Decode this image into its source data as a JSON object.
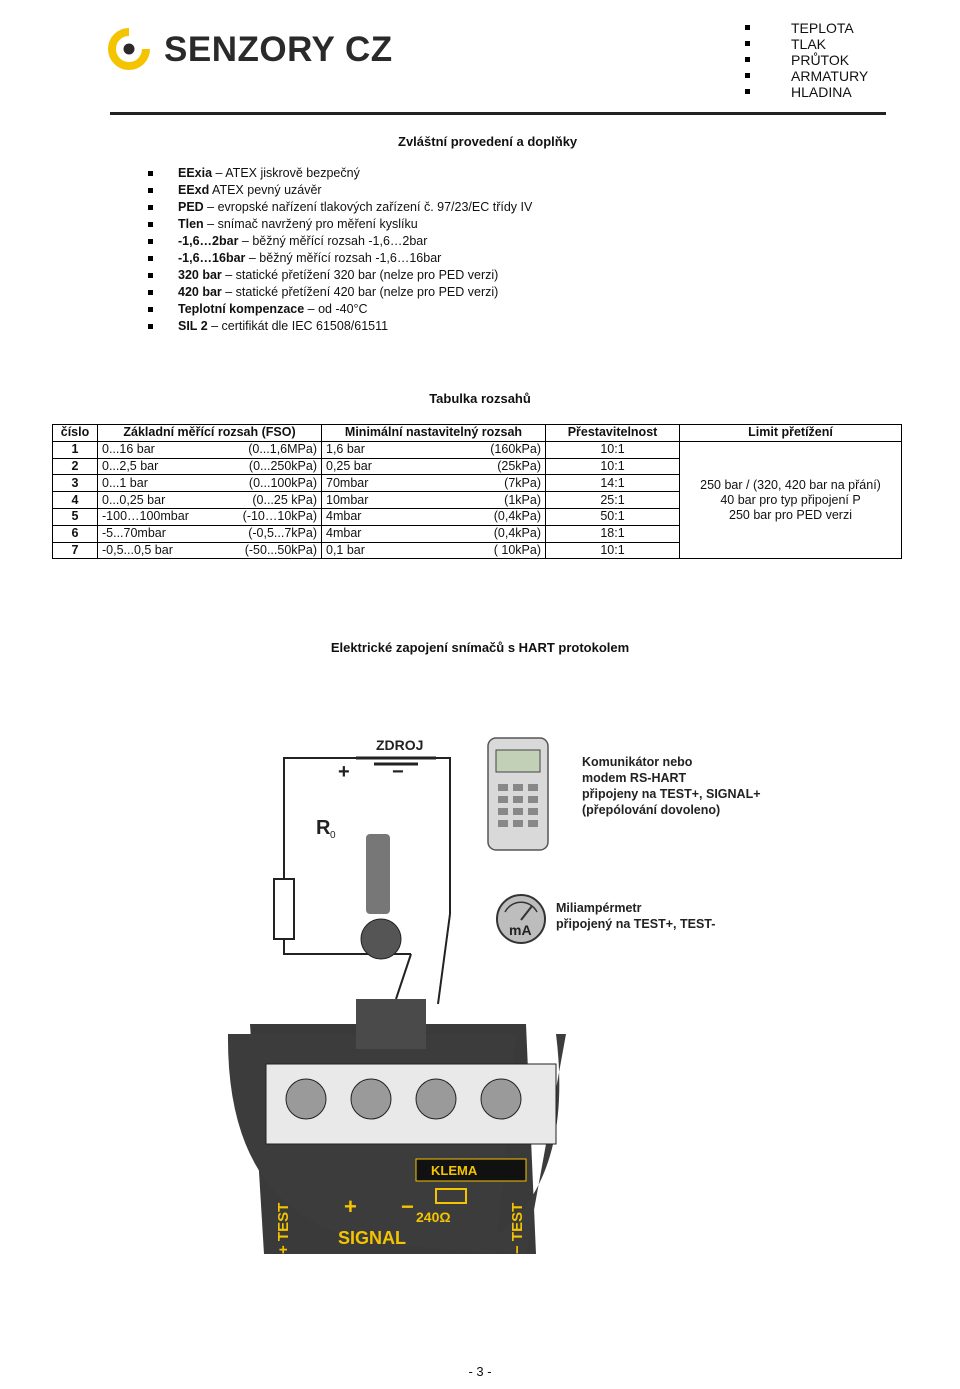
{
  "brand": {
    "name": "SENZORY CZ",
    "accent": "#f5c400",
    "dark": "#2a2a2a"
  },
  "nav": {
    "items": [
      "TEPLOTA",
      "TLAK",
      "PRŮTOK",
      "ARMATURY",
      "HLADINA"
    ]
  },
  "section_title": "Zvláštní provedení a doplňky",
  "features": [
    {
      "bold": "EExia",
      "rest": " – ATEX jiskrově bezpečný"
    },
    {
      "bold": "EExd",
      "rest": "   ATEX pevný uzávěr"
    },
    {
      "bold": "PED",
      "rest": " – evropské nařízení tlakových zařízení č. 97/23/EC třídy IV"
    },
    {
      "bold": "Tlen",
      "rest": " – snímač navržený pro měření kyslíku"
    },
    {
      "bold": "-1,6…2bar",
      "rest": " – běžný měřící rozsah -1,6…2bar"
    },
    {
      "bold": "-1,6…16bar",
      "rest": " – běžný měřící rozsah -1,6…16bar"
    },
    {
      "bold": "320 bar",
      "rest": " – statické přetížení 320 bar (nelze pro PED verzi)"
    },
    {
      "bold": "420 bar",
      "rest": " – statické přetížení 420 bar (nelze pro PED verzi)"
    },
    {
      "bold": "Teplotní kompenzace",
      "rest": " – od -40°C"
    },
    {
      "bold": "SIL 2",
      "rest": " – certifikát dle IEC 61508/61511"
    }
  ],
  "table": {
    "title": "Tabulka rozsahů",
    "headers": [
      "číslo",
      "Základní měřící rozsah (FSO)",
      "Minimální nastavitelný rozsah",
      "Přestavitelnost",
      "Limit přetížení"
    ],
    "rows": [
      {
        "num": "1",
        "fso": "0...16 bar",
        "fso_alt": "(0...1,6MPa)",
        "min": "1,6 bar",
        "min_alt": "(160kPa)",
        "ratio": "10:1"
      },
      {
        "num": "2",
        "fso": "0...2,5 bar",
        "fso_alt": "(0...250kPa)",
        "min": "0,25 bar",
        "min_alt": "(25kPa)",
        "ratio": "10:1"
      },
      {
        "num": "3",
        "fso": "0...1 bar",
        "fso_alt": "(0...100kPa)",
        "min": "70mbar",
        "min_alt": "(7kPa)",
        "ratio": "14:1"
      },
      {
        "num": "4",
        "fso": "0...0,25 bar",
        "fso_alt": "(0...25 kPa)",
        "min": "10mbar",
        "min_alt": "(1kPa)",
        "ratio": "25:1"
      },
      {
        "num": "5",
        "fso": "-100…100mbar",
        "fso_alt": "(-10…10kPa)",
        "min": "4mbar",
        "min_alt": "(0,4kPa)",
        "ratio": "50:1"
      },
      {
        "num": "6",
        "fso": "-5...70mbar",
        "fso_alt": "(-0,5...7kPa)",
        "min": "4mbar",
        "min_alt": "(0,4kPa)",
        "ratio": "18:1"
      },
      {
        "num": "7",
        "fso": "-0,5...0,5 bar",
        "fso_alt": "(-50...50kPa)",
        "min": "0,1 bar",
        "min_alt": "( 10kPa)",
        "ratio": "10:1"
      }
    ],
    "limit_lines": [
      "250 bar / (320, 420 bar na přání)",
      "40 bar pro typ připojení P",
      "250 bar pro PED verzi"
    ]
  },
  "wiring_title": "Elektrické zapojení snímačů s HART protokolem",
  "diagram": {
    "supply_label": "ZDROJ",
    "plus": "+",
    "minus": "−",
    "resistor_label": "R",
    "resistor_sub": "0",
    "communicator_lines": [
      "Komunikátor nebo",
      "modem RS-HART",
      "připojeny na TEST+, SIGNAL+",
      "(přepólování dovoleno)"
    ],
    "meter_label": "mA",
    "meter_lines": [
      "Miliampérmetr",
      "připojený na TEST+, TEST-"
    ],
    "klema": "KLEMA",
    "resistor_value": "240Ω",
    "test_plus": "+ TEST",
    "test_minus": "− TEST",
    "signal_plus": "+",
    "signal_minus": "−",
    "signal": "SIGNAL"
  },
  "footer": {
    "page": "- 3 -"
  }
}
